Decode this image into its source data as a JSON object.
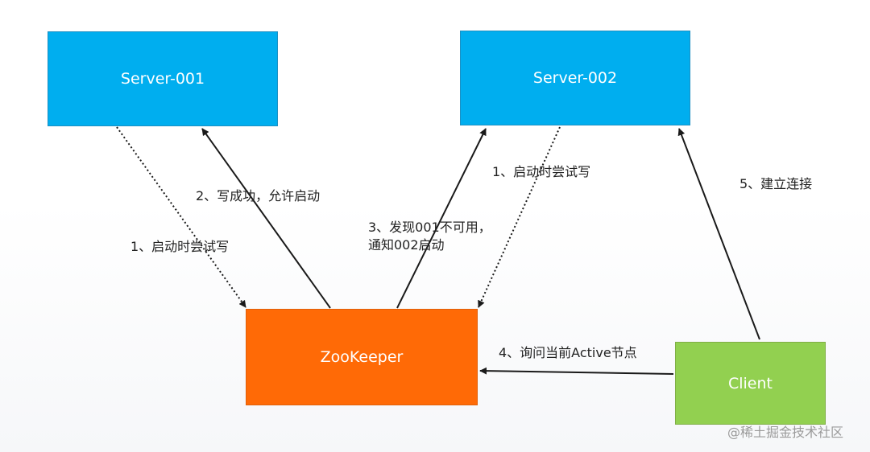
{
  "nodes": {
    "server1": "Server-001",
    "server2": "Server-002",
    "zookeeper": "ZooKeeper",
    "client": "Client"
  },
  "edges": {
    "server1_to_zk": "1、启动时尝试写",
    "zk_to_server1": "2、写成功，允许启动",
    "zk_to_server2_line1": "3、发现001不可用，",
    "zk_to_server2_line2": "通知002启动",
    "server2_to_zk": "1、启动时尝试写",
    "client_to_server2": "5、建立连接",
    "client_to_zk": "4、询问当前Active节点"
  },
  "watermark": "@稀土掘金技术社区",
  "colors": {
    "server": "#00aeef",
    "zookeeper": "#ff6a06",
    "client": "#92d050",
    "arrow": "#1a1a1a"
  }
}
